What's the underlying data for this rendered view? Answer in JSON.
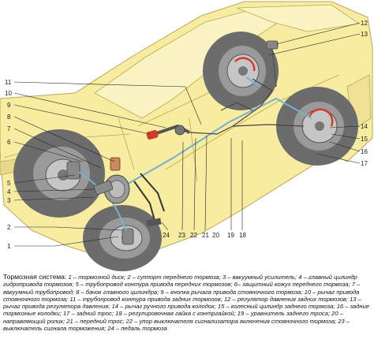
{
  "colors": {
    "body_fill": "#f7eca0",
    "body_stroke": "#b8a85a",
    "tire": "#6c6c6c",
    "brake_pipe": "#7ab0cf",
    "cable": "#444444",
    "accent_red": "#d23a2a"
  },
  "callouts": [
    "1",
    "2",
    "3",
    "4",
    "5",
    "6",
    "7",
    "8",
    "9",
    "10",
    "11",
    "12",
    "13",
    "14",
    "15",
    "16",
    "17",
    "18",
    "19",
    "20",
    "21",
    "22",
    "23",
    "24"
  ],
  "caption": {
    "title": "Тормозная система:",
    "text": "1 – тормозной диск; 2 – суппорт переднего тормоза; 3 – вакуумный усилитель; 4 – главный цилиндр гидропривода тормозов; 5 – трубопровод контура привода передних тормозов; 6– защитный кожух переднего тормоза; 7 – вакуумный трубопровод; 8 – бачок главного цилиндра; 9 – кнопка рычага привода стояночного тормоза; 10 – рычаг привода стояночного тормоза; 11 – трубопровод контура привода задних тормозов; 12 – регулятор давления задних тормозов; 13 – рычаг привода регулятора давления; 14 – рычаг ручного привода колодок; 15 – колесный цилиндр заднего тормоза; 16 – задние тормозные колодки; 17 – задний трос; 18 – регулировочная гайка с контргайкой; 19 – уравнитель заднего троса; 20 – направляющий ролик; 21 – передний трос; 22 – упор выключателя сигнализатора включения стояночного тормоза; 23 – выключатель сигнала торможения; 24 – педаль тормоза"
  }
}
